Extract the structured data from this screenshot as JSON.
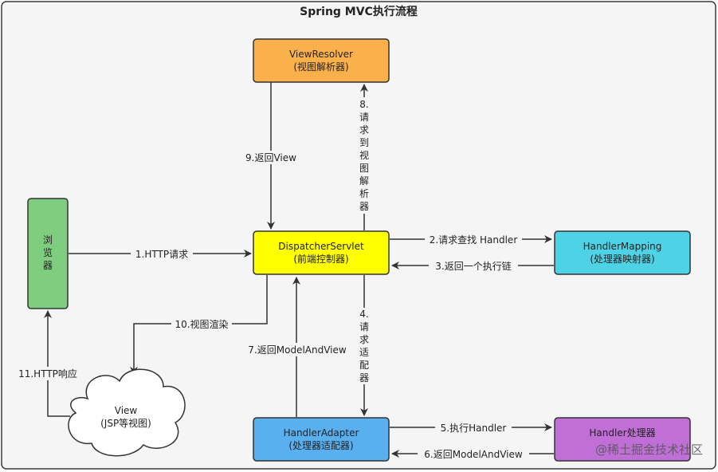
{
  "title": "Spring MVC执行流程",
  "colors": {
    "frame_bg": "#f5f5f5",
    "frame_border": "#3a3a3a",
    "view_resolver": "#fbb14b",
    "dispatcher": "#ffff00",
    "handler_mapping": "#4dd2e6",
    "handler_adapter": "#5aafef",
    "handler": "#c06fd6",
    "browser": "#7fcd7f",
    "cloud": "#ffffff",
    "line": "#333333"
  },
  "nodes": {
    "view_resolver": {
      "line1": "ViewResolver",
      "line2": "(视图解析器)"
    },
    "dispatcher": {
      "line1": "DispatcherServlet",
      "line2": "(前端控制器)"
    },
    "handler_mapping": {
      "line1": "HandlerMapping",
      "line2": "(处理器映射器)"
    },
    "handler_adapter": {
      "line1": "HandlerAdapter",
      "line2": "(处理器适配器)"
    },
    "handler": {
      "line1": "Handler处理器"
    },
    "browser": {
      "chars": [
        "浏",
        "览",
        "器"
      ]
    },
    "view": {
      "line1": "View",
      "line2": "(JSP等视图)"
    }
  },
  "edges": {
    "e1": "1.HTTP请求",
    "e2": "2.请求查找 Handler",
    "e3": "3.返回一个执行链",
    "e4": [
      "4.",
      "请",
      "求",
      "适",
      "配",
      "器"
    ],
    "e5": "5.执行Handler",
    "e6": "6.返回ModelAndView",
    "e7": "7.返回ModelAndView",
    "e8": [
      "8.",
      "请",
      "求",
      "到",
      "视",
      "图",
      "解",
      "析",
      "器"
    ],
    "e9": "9.返回View",
    "e10": "10.视图渲染",
    "e11": "11.HTTP响应"
  },
  "watermark": "@稀土掘金技术社区"
}
